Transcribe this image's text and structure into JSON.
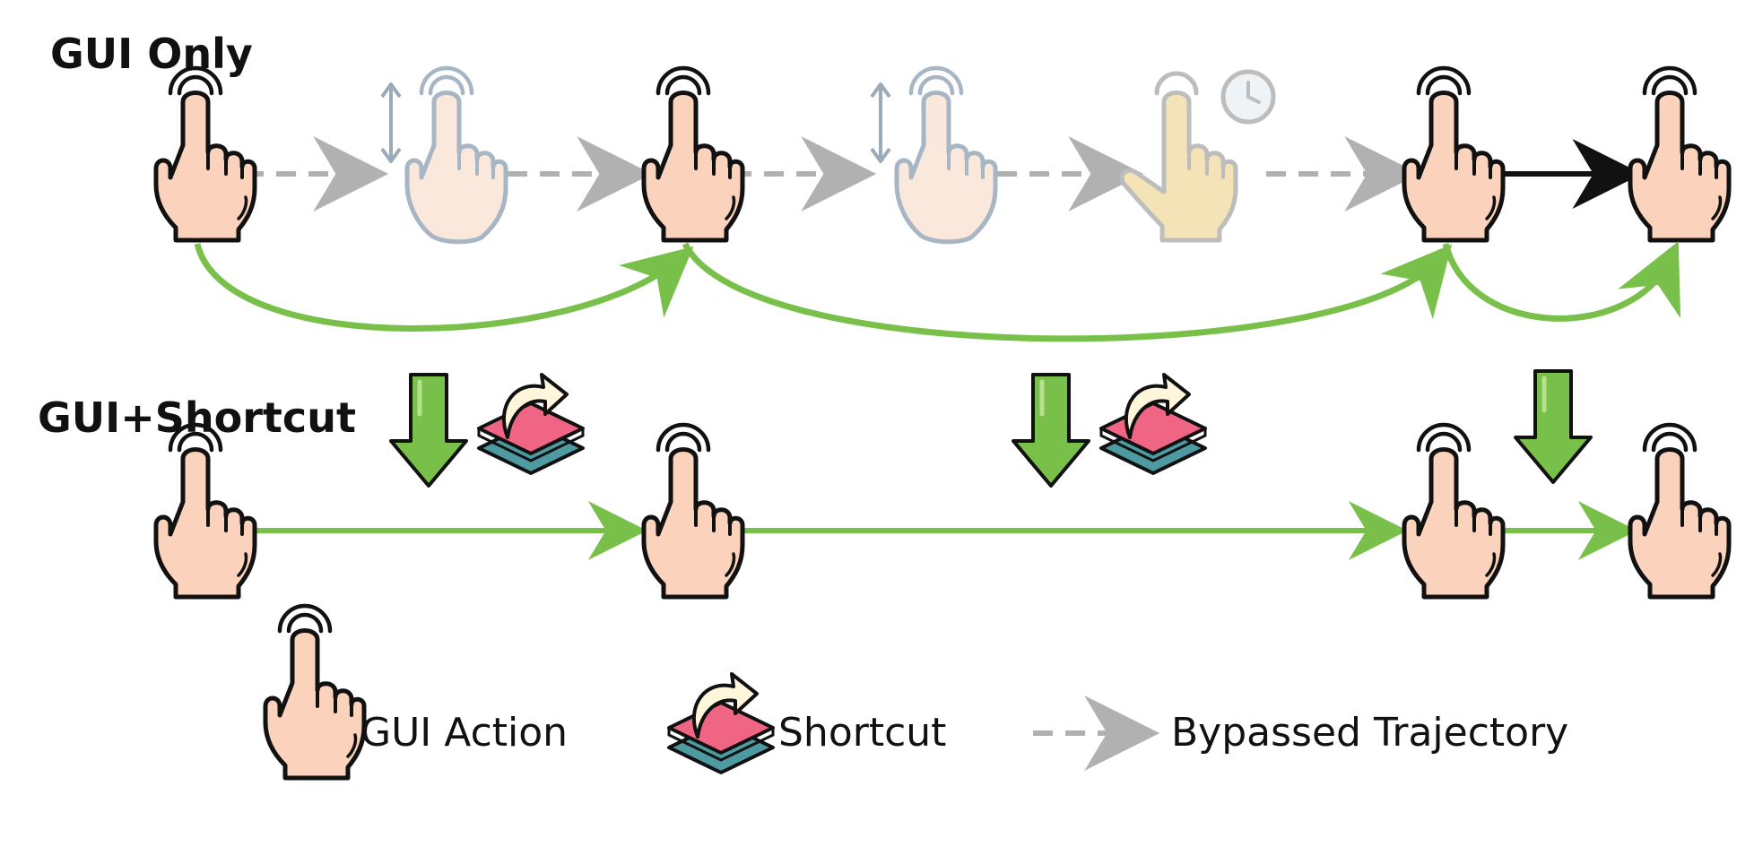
{
  "rows": {
    "gui_only": {
      "label": "GUI Only"
    },
    "gui_shortcut": {
      "label": "GUI+Shortcut"
    }
  },
  "legend": {
    "gui_action": "GUI Action",
    "shortcut": "Shortcut",
    "bypassed": "Bypassed Trajectory"
  },
  "colors": {
    "skin": "#fbd3bd",
    "outline": "#111111",
    "faded_skin": "#fbe6d9",
    "faded_outline": "#9aaab8",
    "wait_skin": "#f4e0b0",
    "wait_outline": "#b4b4b4",
    "green": "#79c04a",
    "green_dark": "#52a32c",
    "dashed": "#b1b1b1",
    "layer_pink": "#f06583",
    "layer_teal": "#4d9aa0",
    "curl_arrow": "#fff6dc"
  },
  "icons": {
    "gui_action": "tap-hand-icon",
    "scroll": "scroll-hand-icon",
    "wait": "wait-hand-icon",
    "shortcut": "shortcut-layers-icon"
  }
}
